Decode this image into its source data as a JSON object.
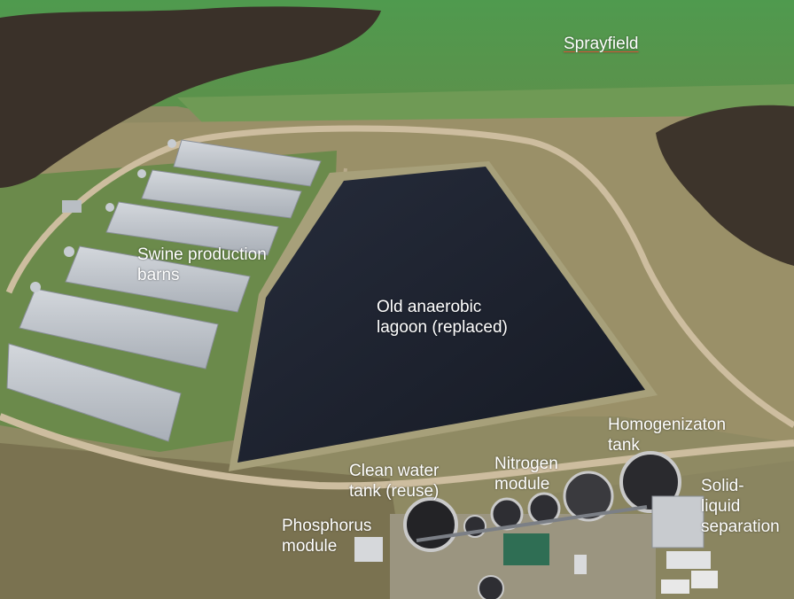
{
  "labels": {
    "sprayfield": "Sprayfield",
    "swine_barns": "Swine production\nbarns",
    "lagoon": "Old anaerobic\nlagoon (replaced)",
    "homogenization_tank": "Homogenizaton\ntank",
    "clean_water_tank": "Clean water\ntank (reuse)",
    "nitrogen_module": "Nitrogen\nmodule",
    "solid_liquid_separation": "Solid-\nliquid\nseparation",
    "phosphorus_module": "Phosphorus\nmodule"
  },
  "colors": {
    "field_green": "#4c8a47",
    "grass": "#6f8f4d",
    "dirt_road": "#c9b79a",
    "lagoon_water": "#1d2230",
    "roof": "#c3c8cf",
    "forest": "#3a3129",
    "label_text": "#ffffff"
  }
}
